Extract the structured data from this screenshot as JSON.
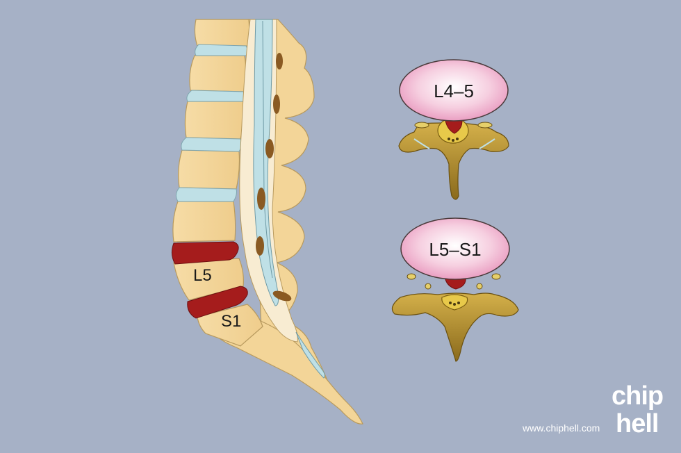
{
  "labels": {
    "l5": "L5",
    "s1": "S1",
    "l4_5": "L4–5",
    "l5_s1": "L5–S1"
  },
  "watermark": {
    "url": "www.chiphell.com",
    "logo_line1": "chip",
    "logo_line2": "hell"
  },
  "colors": {
    "background": "#a6b1c6",
    "bone": "#f3d598",
    "bone_outline": "#b89a5e",
    "healthy_disc": "#bfe0e6",
    "herniated_disc": "#a51c1c",
    "disc_nucleus": "#f3c7dc",
    "vertebra_cross_section": "#b08a27"
  }
}
